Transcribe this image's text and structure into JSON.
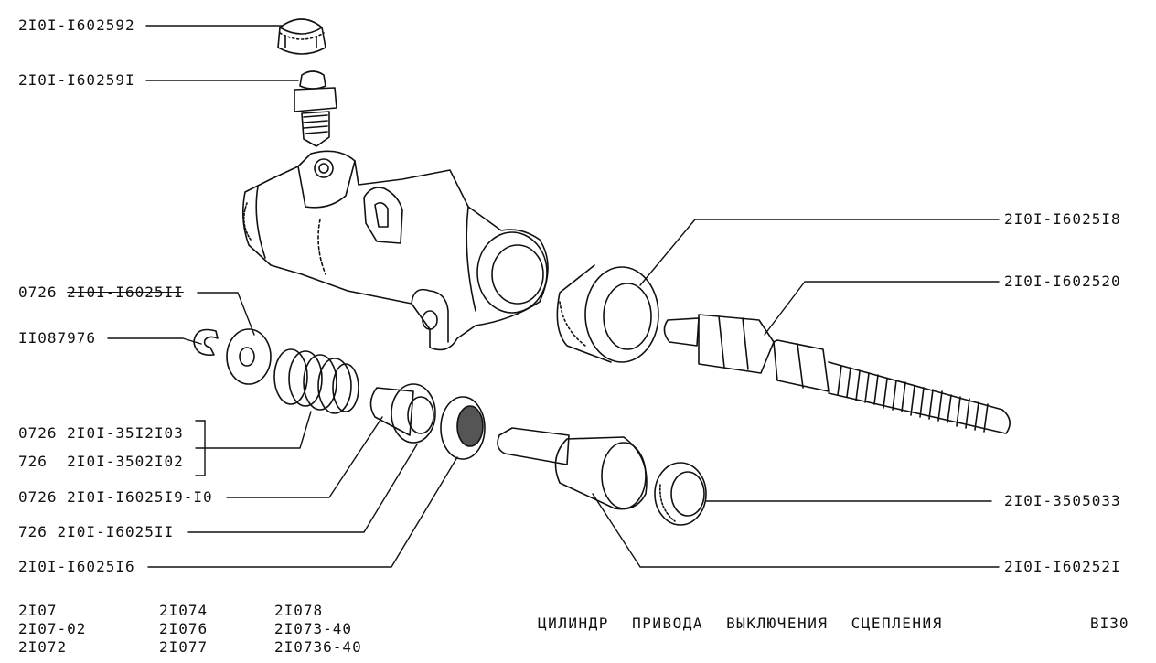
{
  "labels": {
    "l1": "2I0I-I602592",
    "l2": "2I0I-I60259I",
    "l3_prefix": "0726",
    "l3": "2I0I-I6025II",
    "l4": "II087976",
    "l5_prefix": "0726",
    "l5": "2I0I-35I2I03",
    "l6_prefix": "726",
    "l6": "2I0I-3502I02",
    "l7_prefix": "0726",
    "l7": "2I0I-I6025I9-I0",
    "l8": "726 2I0I-I6025II",
    "l9": "2I0I-I6025I6",
    "r1": "2I0I-I6025I8",
    "r2": "2I0I-I602520",
    "r3": "2I0I-3505033",
    "r4": "2I0I-I60252I"
  },
  "models": {
    "col1": [
      "2I07",
      "2I07-02",
      "2I072"
    ],
    "col2": [
      "2I074",
      "2I076",
      "2I077"
    ],
    "col3": [
      "2I078",
      "2I073-40",
      "2I0736-40"
    ]
  },
  "title": "ЦИЛИНДР ПРИВОДА ВЫКЛЮЧЕНИЯ СЦЕПЛЕНИЯ",
  "sheet": "BI30"
}
